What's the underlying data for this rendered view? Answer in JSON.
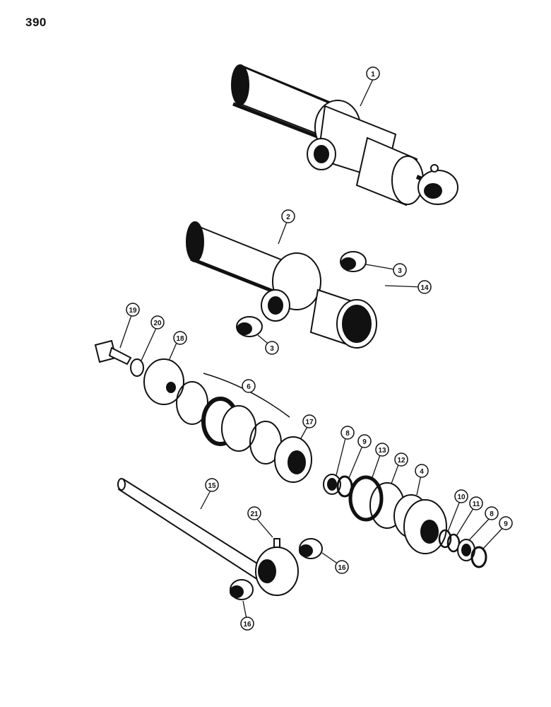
{
  "page": {
    "number": "390"
  },
  "diagram": {
    "callouts": {
      "c1": "1",
      "c2": "2",
      "c3a": "3",
      "c3b": "3",
      "c14": "14",
      "c19": "19",
      "c20": "20",
      "c18": "18",
      "c6": "6",
      "c17": "17",
      "c8a": "8",
      "c9a": "9",
      "c13": "13",
      "c12": "12",
      "c4": "4",
      "c10": "10",
      "c11": "11",
      "c8b": "8",
      "c9b": "9",
      "c15": "15",
      "c21": "21",
      "c16a": "16",
      "c16b": "16"
    }
  }
}
